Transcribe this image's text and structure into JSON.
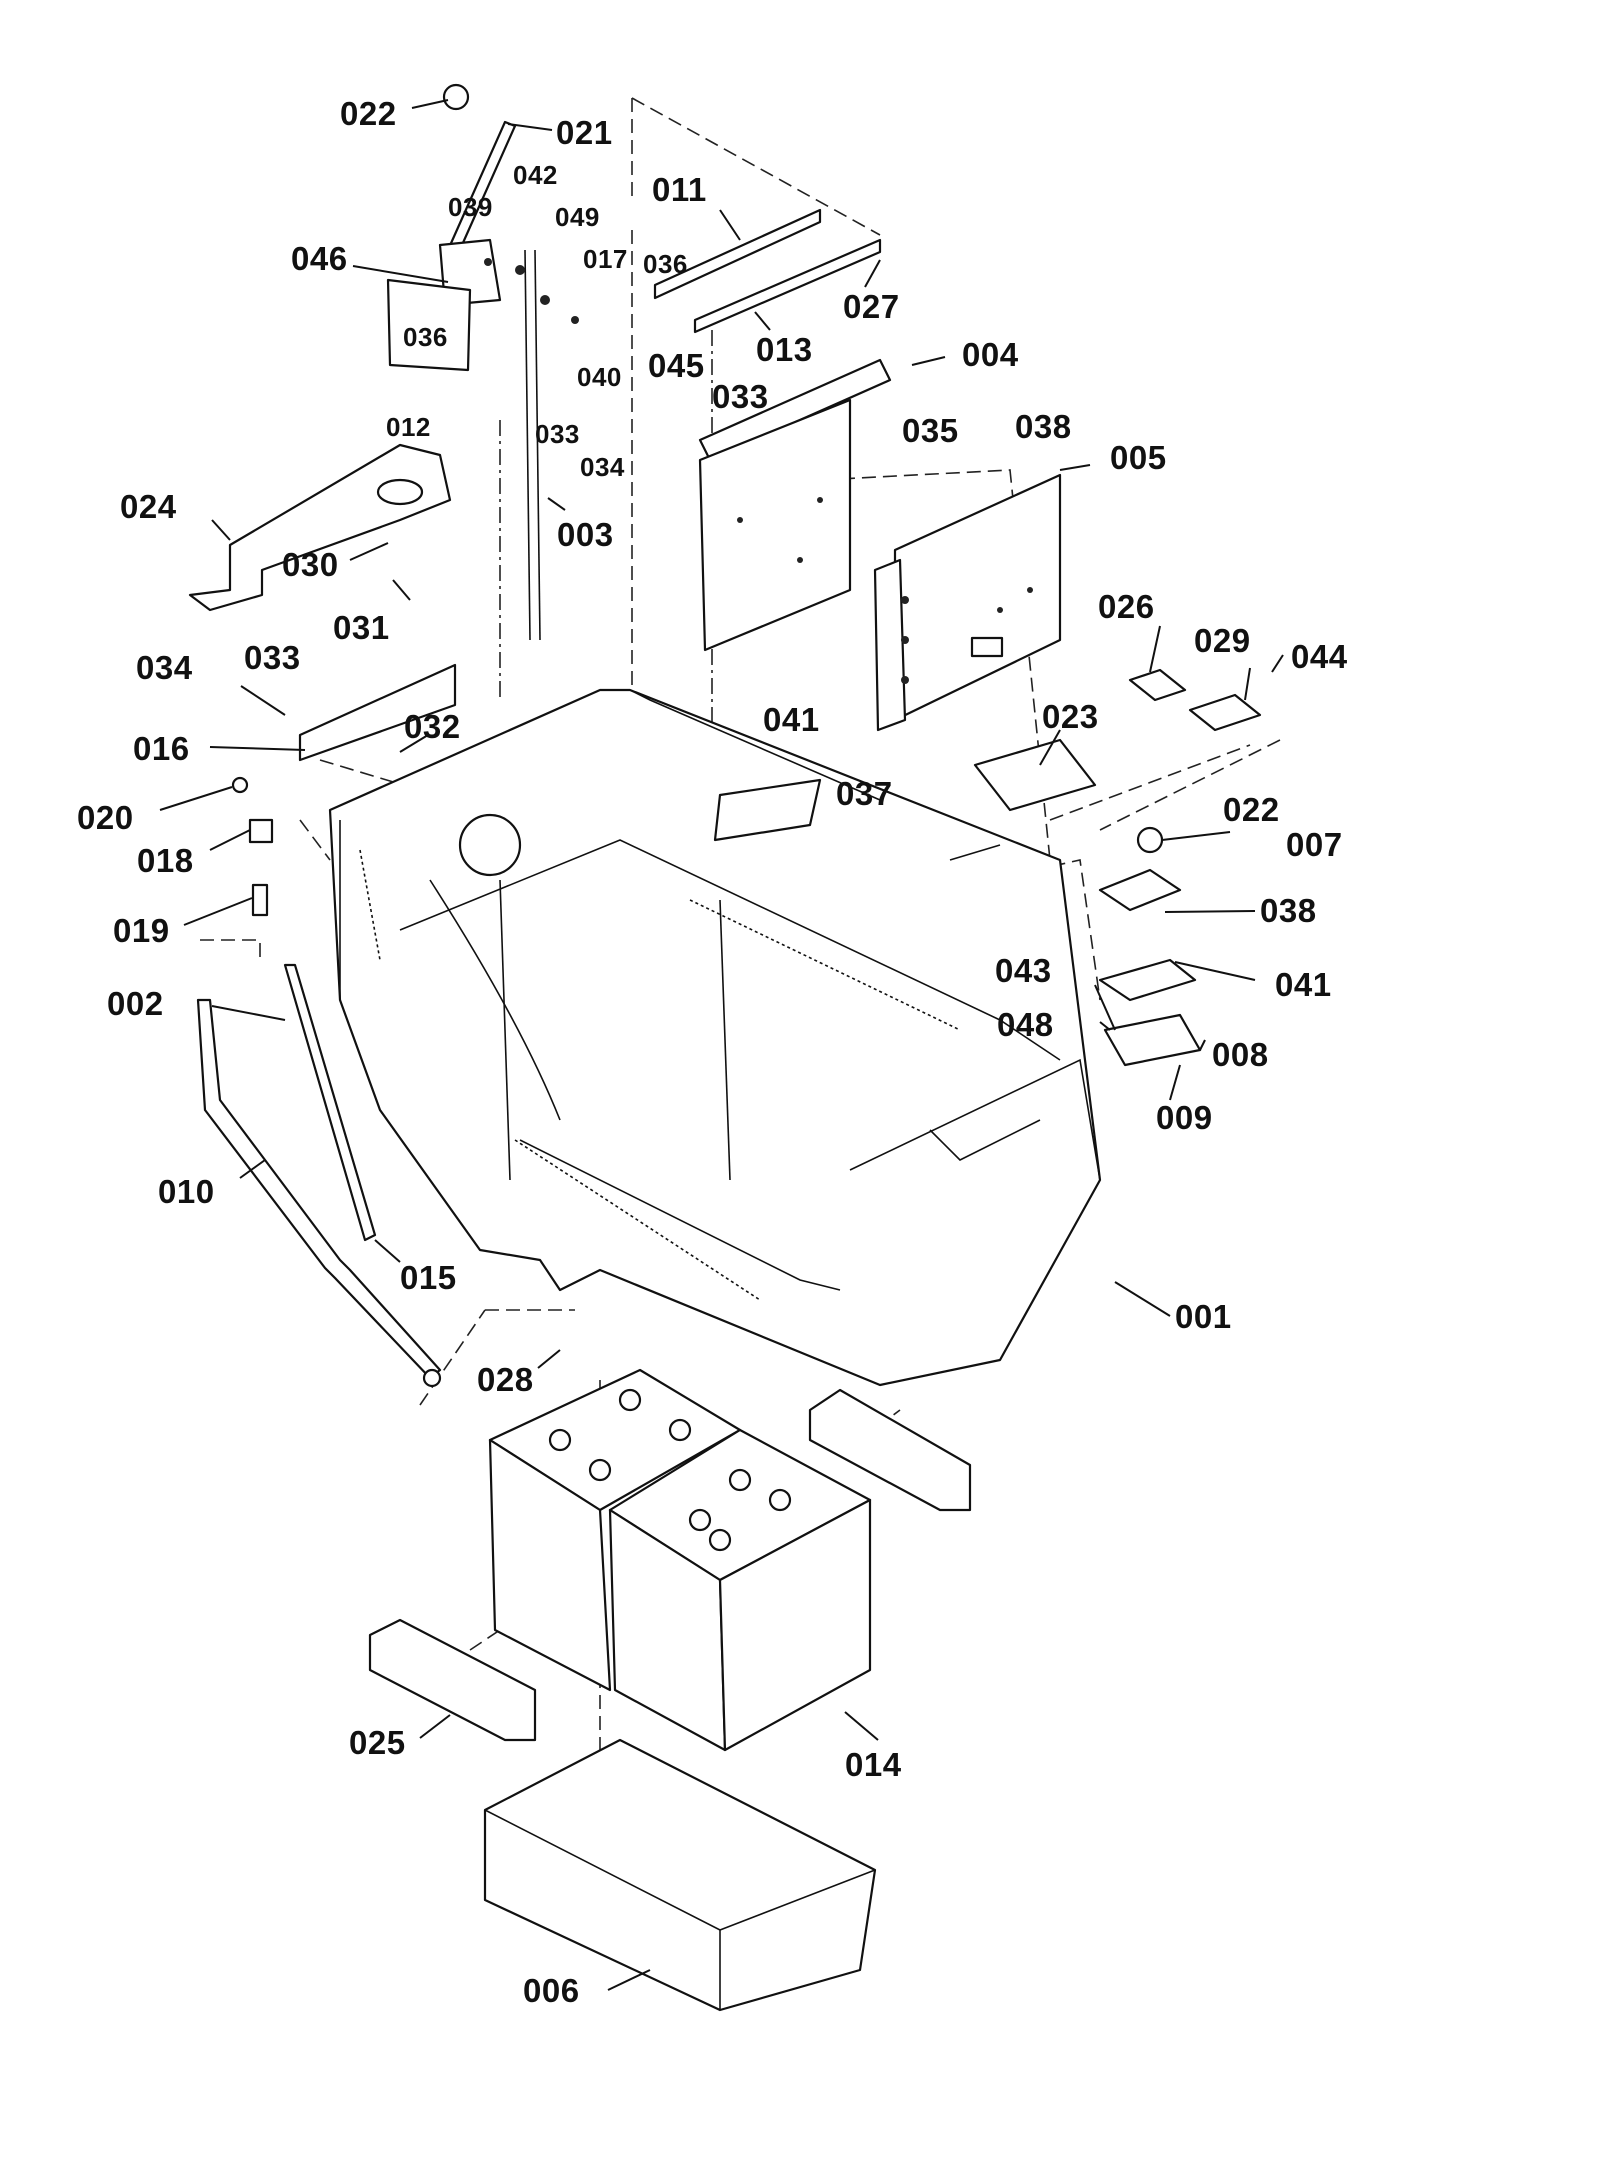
{
  "callouts": [
    {
      "id": "c022a",
      "text": "022"
    },
    {
      "id": "c021",
      "text": "021"
    },
    {
      "id": "c042",
      "text": "042"
    },
    {
      "id": "c039",
      "text": "039"
    },
    {
      "id": "c049",
      "text": "049"
    },
    {
      "id": "c017",
      "text": "017"
    },
    {
      "id": "c036a",
      "text": "036"
    },
    {
      "id": "c046",
      "text": "046"
    },
    {
      "id": "c036b",
      "text": "036"
    },
    {
      "id": "c011",
      "text": "011"
    },
    {
      "id": "c013",
      "text": "013"
    },
    {
      "id": "c027",
      "text": "027"
    },
    {
      "id": "c040",
      "text": "040"
    },
    {
      "id": "c012",
      "text": "012"
    },
    {
      "id": "c033a",
      "text": "033"
    },
    {
      "id": "c034a",
      "text": "034"
    },
    {
      "id": "c045",
      "text": "045"
    },
    {
      "id": "c033b",
      "text": "033"
    },
    {
      "id": "c004",
      "text": "004"
    },
    {
      "id": "c035",
      "text": "035"
    },
    {
      "id": "c038a",
      "text": "038"
    },
    {
      "id": "c005",
      "text": "005"
    },
    {
      "id": "c024",
      "text": "024"
    },
    {
      "id": "c030",
      "text": "030"
    },
    {
      "id": "c003",
      "text": "003"
    },
    {
      "id": "c031",
      "text": "031"
    },
    {
      "id": "c026",
      "text": "026"
    },
    {
      "id": "c029",
      "text": "029"
    },
    {
      "id": "c044",
      "text": "044"
    },
    {
      "id": "c034b",
      "text": "034"
    },
    {
      "id": "c033c",
      "text": "033"
    },
    {
      "id": "c041a",
      "text": "041"
    },
    {
      "id": "c023",
      "text": "023"
    },
    {
      "id": "c016",
      "text": "016"
    },
    {
      "id": "c032",
      "text": "032"
    },
    {
      "id": "c037",
      "text": "037"
    },
    {
      "id": "c022b",
      "text": "022"
    },
    {
      "id": "c020",
      "text": "020"
    },
    {
      "id": "c007",
      "text": "007"
    },
    {
      "id": "c018",
      "text": "018"
    },
    {
      "id": "c038b",
      "text": "038"
    },
    {
      "id": "c019",
      "text": "019"
    },
    {
      "id": "c041b",
      "text": "041"
    },
    {
      "id": "c043",
      "text": "043"
    },
    {
      "id": "c002",
      "text": "002"
    },
    {
      "id": "c048",
      "text": "048"
    },
    {
      "id": "c008",
      "text": "008"
    },
    {
      "id": "c009",
      "text": "009"
    },
    {
      "id": "c010",
      "text": "010"
    },
    {
      "id": "c015",
      "text": "015"
    },
    {
      "id": "c001",
      "text": "001"
    },
    {
      "id": "c028",
      "text": "028"
    },
    {
      "id": "c025",
      "text": "025"
    },
    {
      "id": "c014",
      "text": "014"
    },
    {
      "id": "c006",
      "text": "006"
    }
  ]
}
